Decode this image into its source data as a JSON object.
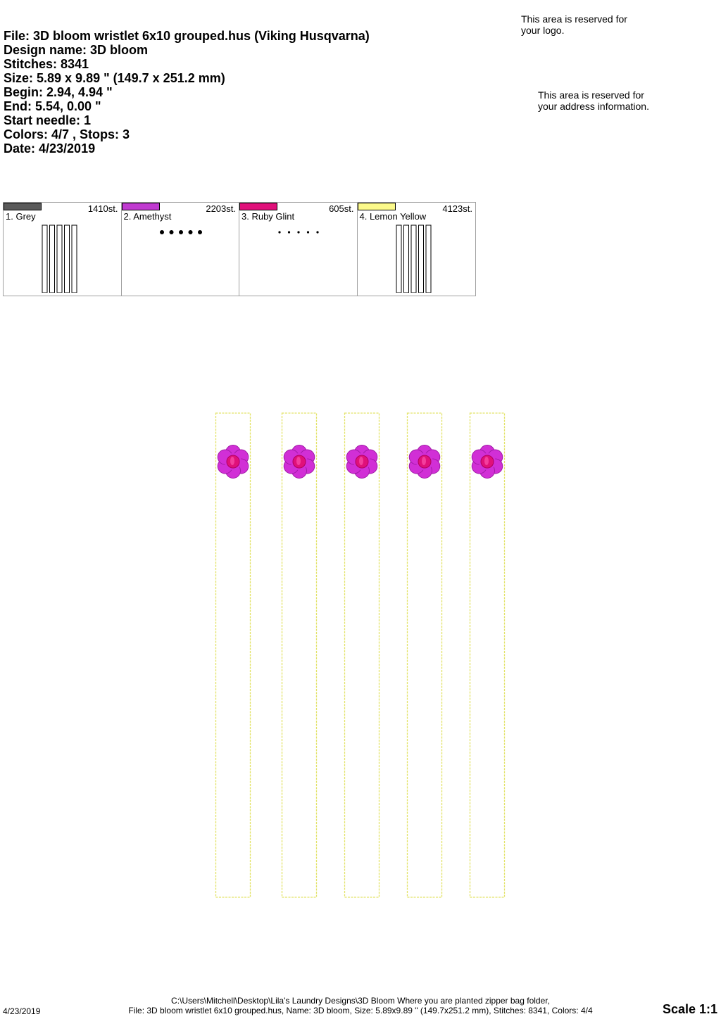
{
  "header": {
    "file": "File: 3D bloom wristlet 6x10 grouped.hus  (Viking Husqvarna)",
    "design_name": "Design name: 3D bloom",
    "stitches": "Stitches: 8341",
    "size": "Size: 5.89 x 9.89 \" (149.7 x 251.2 mm)",
    "begin": "Begin: 2.94, 4.94 \"",
    "end": "End: 5.54, 0.00 \"",
    "start_needle": "Start needle: 1",
    "colors_stops": "Colors: 4/7 , Stops: 3",
    "date": "Date: 4/23/2019"
  },
  "notes": {
    "logo": "This area is reserved for\nyour logo.",
    "address": "This area is reserved for\nyour address information."
  },
  "colors": [
    {
      "name": "1. Grey",
      "stitches": "1410st.",
      "hex": "#5a5a5a",
      "thumb": "strips"
    },
    {
      "name": "2. Amethyst",
      "stitches": "2203st.",
      "hex": "#c03ad0",
      "thumb": "dots-large"
    },
    {
      "name": "3. Ruby Glint",
      "stitches": "605st.",
      "hex": "#e0107a",
      "thumb": "dots-small"
    },
    {
      "name": "4. Lemon Yellow",
      "stitches": "4123st.",
      "hex": "#fbf98a",
      "thumb": "strips"
    }
  ],
  "design": {
    "strip_count": 5,
    "outline_color": "#e3e36a",
    "flower_petal_color": "#d12fd6",
    "flower_center_color": "#e0107a"
  },
  "footer": {
    "path": "C:\\Users\\Mitchell\\Desktop\\Lila's Laundry Designs\\3D Bloom Where you are planted zipper bag folder,",
    "summary": "File: 3D bloom wristlet 6x10 grouped.hus, Name: 3D bloom, Size: 5.89x9.89 \" (149.7x251.2 mm), Stitches: 8341, Colors: 4/4",
    "date": "4/23/2019",
    "scale": "Scale 1:1"
  }
}
